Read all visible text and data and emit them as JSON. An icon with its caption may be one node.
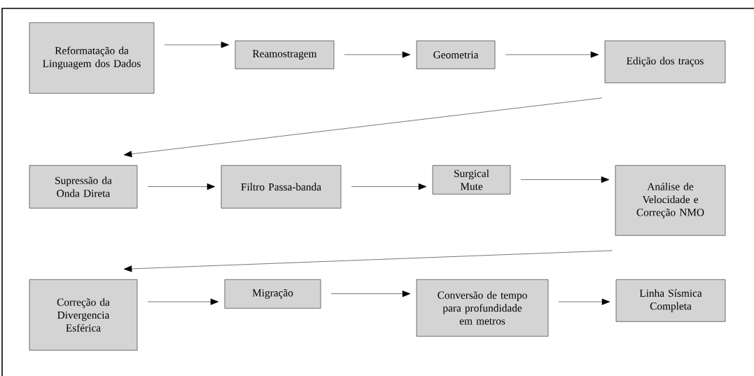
{
  "diagram": {
    "nodes": [
      {
        "text": [
          "Reformatação da Linguagem dos Dados"
        ]
      },
      {
        "text": [
          "Reamostragem"
        ]
      },
      {
        "text": [
          "Geometria"
        ]
      },
      {
        "text": [
          "Edição dos traços"
        ]
      },
      {
        "text": [
          "Supressão da Onda Direta"
        ]
      },
      {
        "text": [
          "Filtro Passa-banda"
        ]
      },
      {
        "text": [
          "Surgical Mute"
        ]
      },
      {
        "text": [
          "Análise de Velocidade e Correção NMO"
        ]
      },
      {
        "text": [
          "Correção da Divergencia Esférica"
        ]
      },
      {
        "text": [
          "Migração"
        ]
      },
      {
        "text": [
          "Conversão de tempo para profundidade em metros"
        ]
      },
      {
        "text": [
          "Linha Sísmica Completa"
        ]
      }
    ],
    "edges": [
      {
        "from": 0,
        "to": 1,
        "arrow": "to"
      },
      {
        "from": 1,
        "to": 2,
        "arrow": "to"
      },
      {
        "from": 2,
        "to": 3,
        "arrow": "to"
      },
      {
        "from": 3,
        "to": 4,
        "arrow": "to"
      },
      {
        "from": 4,
        "to": 5,
        "arrow": "to"
      },
      {
        "from": 5,
        "to": 6,
        "arrow": "to"
      },
      {
        "from": 6,
        "to": 7,
        "arrow": "to"
      },
      {
        "from": 7,
        "to": 8,
        "arrow": "to"
      },
      {
        "from": 8,
        "to": 9,
        "arrow": "to"
      },
      {
        "from": 9,
        "to": 10,
        "arrow": "to"
      },
      {
        "from": 10,
        "to": 11,
        "arrow": "to"
      }
    ]
  }
}
